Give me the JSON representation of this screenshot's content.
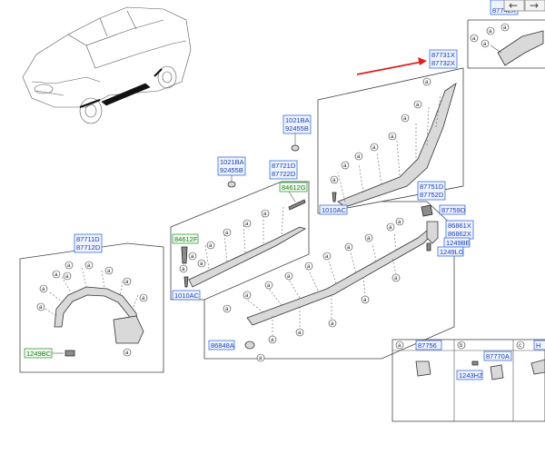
{
  "callout": "a",
  "legend": {
    "a": "a",
    "b": "b",
    "c": "c",
    "a_part": "87756",
    "b_part1": "87770A",
    "b_part2": "1243HZ",
    "c_part": "H"
  },
  "labels": {
    "p87742": "87742X",
    "p87731": "87731X",
    "p87732": "87732X",
    "p1021a_1": "1021BA",
    "p92455_1": "92455B",
    "p1021a_2": "1021BA",
    "p92455_2": "92455B",
    "p87721": "87721D",
    "p87722": "87722D",
    "p84612g": "84612G",
    "p84612f": "84612F",
    "p1010ac_1": "1010AC",
    "p1010ac_2": "1010AC",
    "p87751": "87751D",
    "p87752": "87752D",
    "p87759": "87759D",
    "p86861": "86861X",
    "p86862": "86862X",
    "p1249b_r": "1249BE",
    "p1249l": "1249LG",
    "p87711": "87711D",
    "p87712": "87712D",
    "p1249bc": "1249BC",
    "p86848": "86848A"
  },
  "colors": {
    "label_blue": "#1b3fb0",
    "label_green": "#1a7a1a",
    "arrow_red": "#e02020"
  },
  "nav": {
    "prev_icon": "arrow-left-icon",
    "next_icon": "arrow-right-icon"
  }
}
